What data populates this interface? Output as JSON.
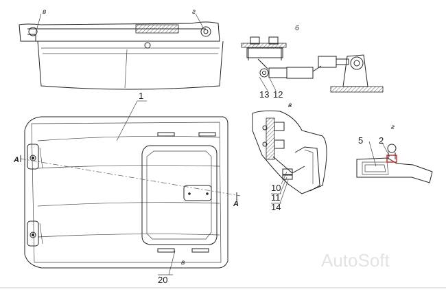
{
  "views": {
    "top_view_letter_v": "в",
    "top_view_letter_g": "г",
    "detail_b_title": "б",
    "detail_v_title": "в",
    "detail_g_title": "г",
    "section_mark_left": "А",
    "section_mark_right": "А",
    "plan_view_letter": "в"
  },
  "callouts": {
    "c1": "1",
    "c2": "2",
    "c5": "5",
    "c10": "10",
    "c11": "11",
    "c12": "12",
    "c13": "13",
    "c14": "14",
    "c20": "20"
  },
  "watermark": "AutoSoft",
  "colors": {
    "line": "#222222",
    "highlight": "#cc2222",
    "watermark": "#e3e3e3"
  }
}
